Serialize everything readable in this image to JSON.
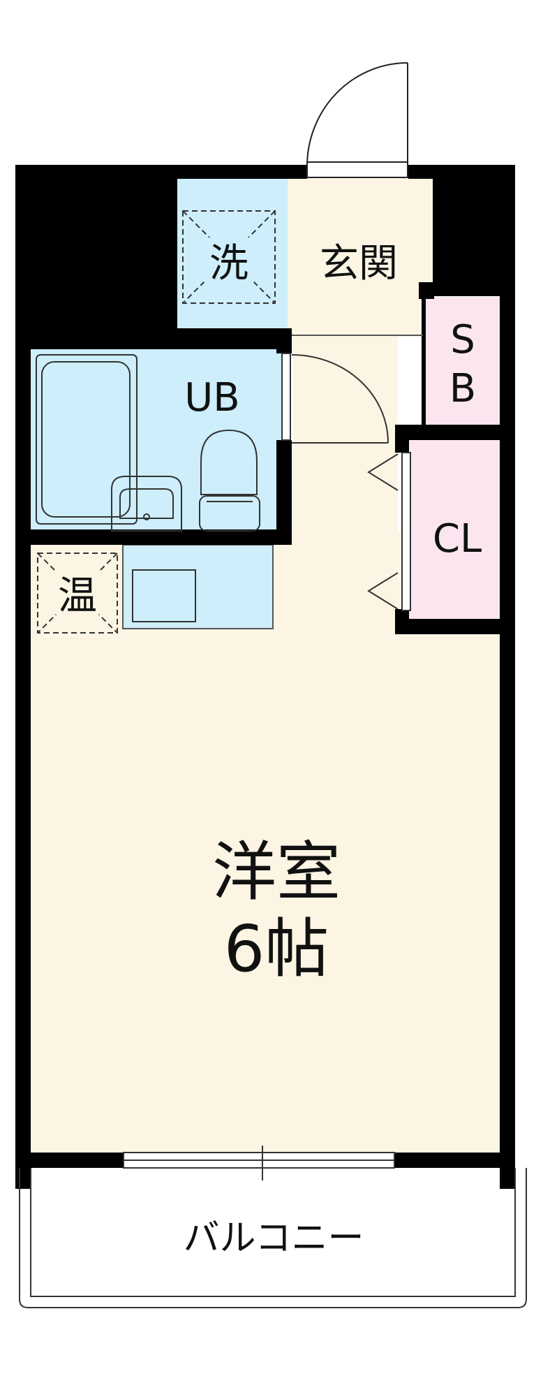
{
  "plan": {
    "colors": {
      "wall": "#000000",
      "room_floor": "#fcf5e4",
      "wet_area": "#cdeefa",
      "storage": "#fbe6ef",
      "fixture_stroke": "#333333",
      "balcony_floor": "#ffffff"
    },
    "rooms": {
      "washer": "洗",
      "entrance": "玄関",
      "bath": "UB",
      "storage_s": "S",
      "storage_b": "B",
      "closet": "CL",
      "water_heater": "温",
      "western_room": "洋室",
      "room_size": "6帖",
      "balcony": "バルコニー"
    },
    "icons": {
      "door": "door-swing-icon",
      "bathtub": "bathtub-icon",
      "sink": "washbasin-icon",
      "toilet": "toilet-icon",
      "kitchen_sink": "kitchen-sink-icon",
      "washer_space": "washer-space-icon",
      "water_heater": "water-heater-icon",
      "window": "sliding-window-icon",
      "closet_door": "folding-door-icon"
    }
  }
}
